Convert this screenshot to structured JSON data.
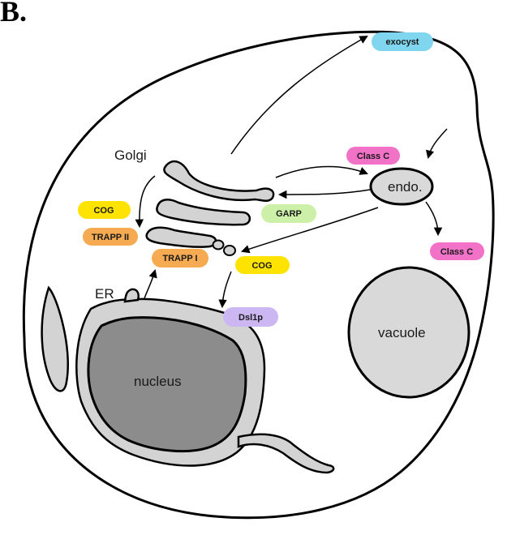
{
  "figure": {
    "panel_letter": "B.",
    "labels": {
      "golgi": "Golgi",
      "er": "ER",
      "endosome": "endo.",
      "nucleus": "nucleus",
      "vacuole": "vacuole"
    },
    "complexes": {
      "exocyst": "exocyst",
      "class_c_endo": "Class C",
      "class_c_vacuole": "Class C",
      "garp": "GARP",
      "cog_left": "COG",
      "cog_right": "COG",
      "trapp_ii": "TRAPP II",
      "trapp_i": "TRAPP I",
      "dsl1p": "Dsl1p"
    },
    "colors": {
      "outline": "#000000",
      "membrane_fill": "#d3d3d3",
      "nucleus_fill": "#8c8c8c",
      "exocyst": "#7fd6ee",
      "class_c": "#f272c8",
      "garp": "#ccf0a8",
      "cog": "#ffe300",
      "trapp": "#f6ab52",
      "dsl1p": "#ccb7f3"
    }
  }
}
